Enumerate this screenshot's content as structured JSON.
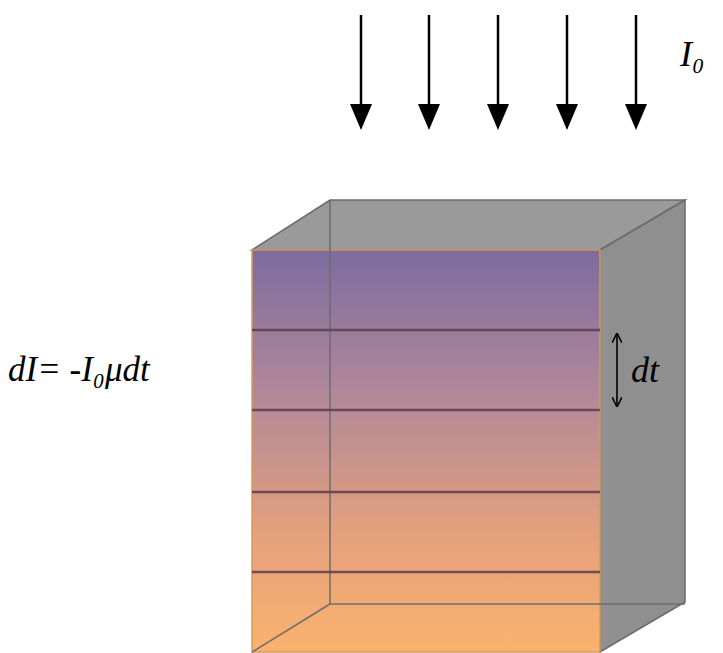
{
  "diagram": {
    "labels": [
      "I₀",
      "dI= -I₀μdt",
      "dt"
    ]
  }
}
